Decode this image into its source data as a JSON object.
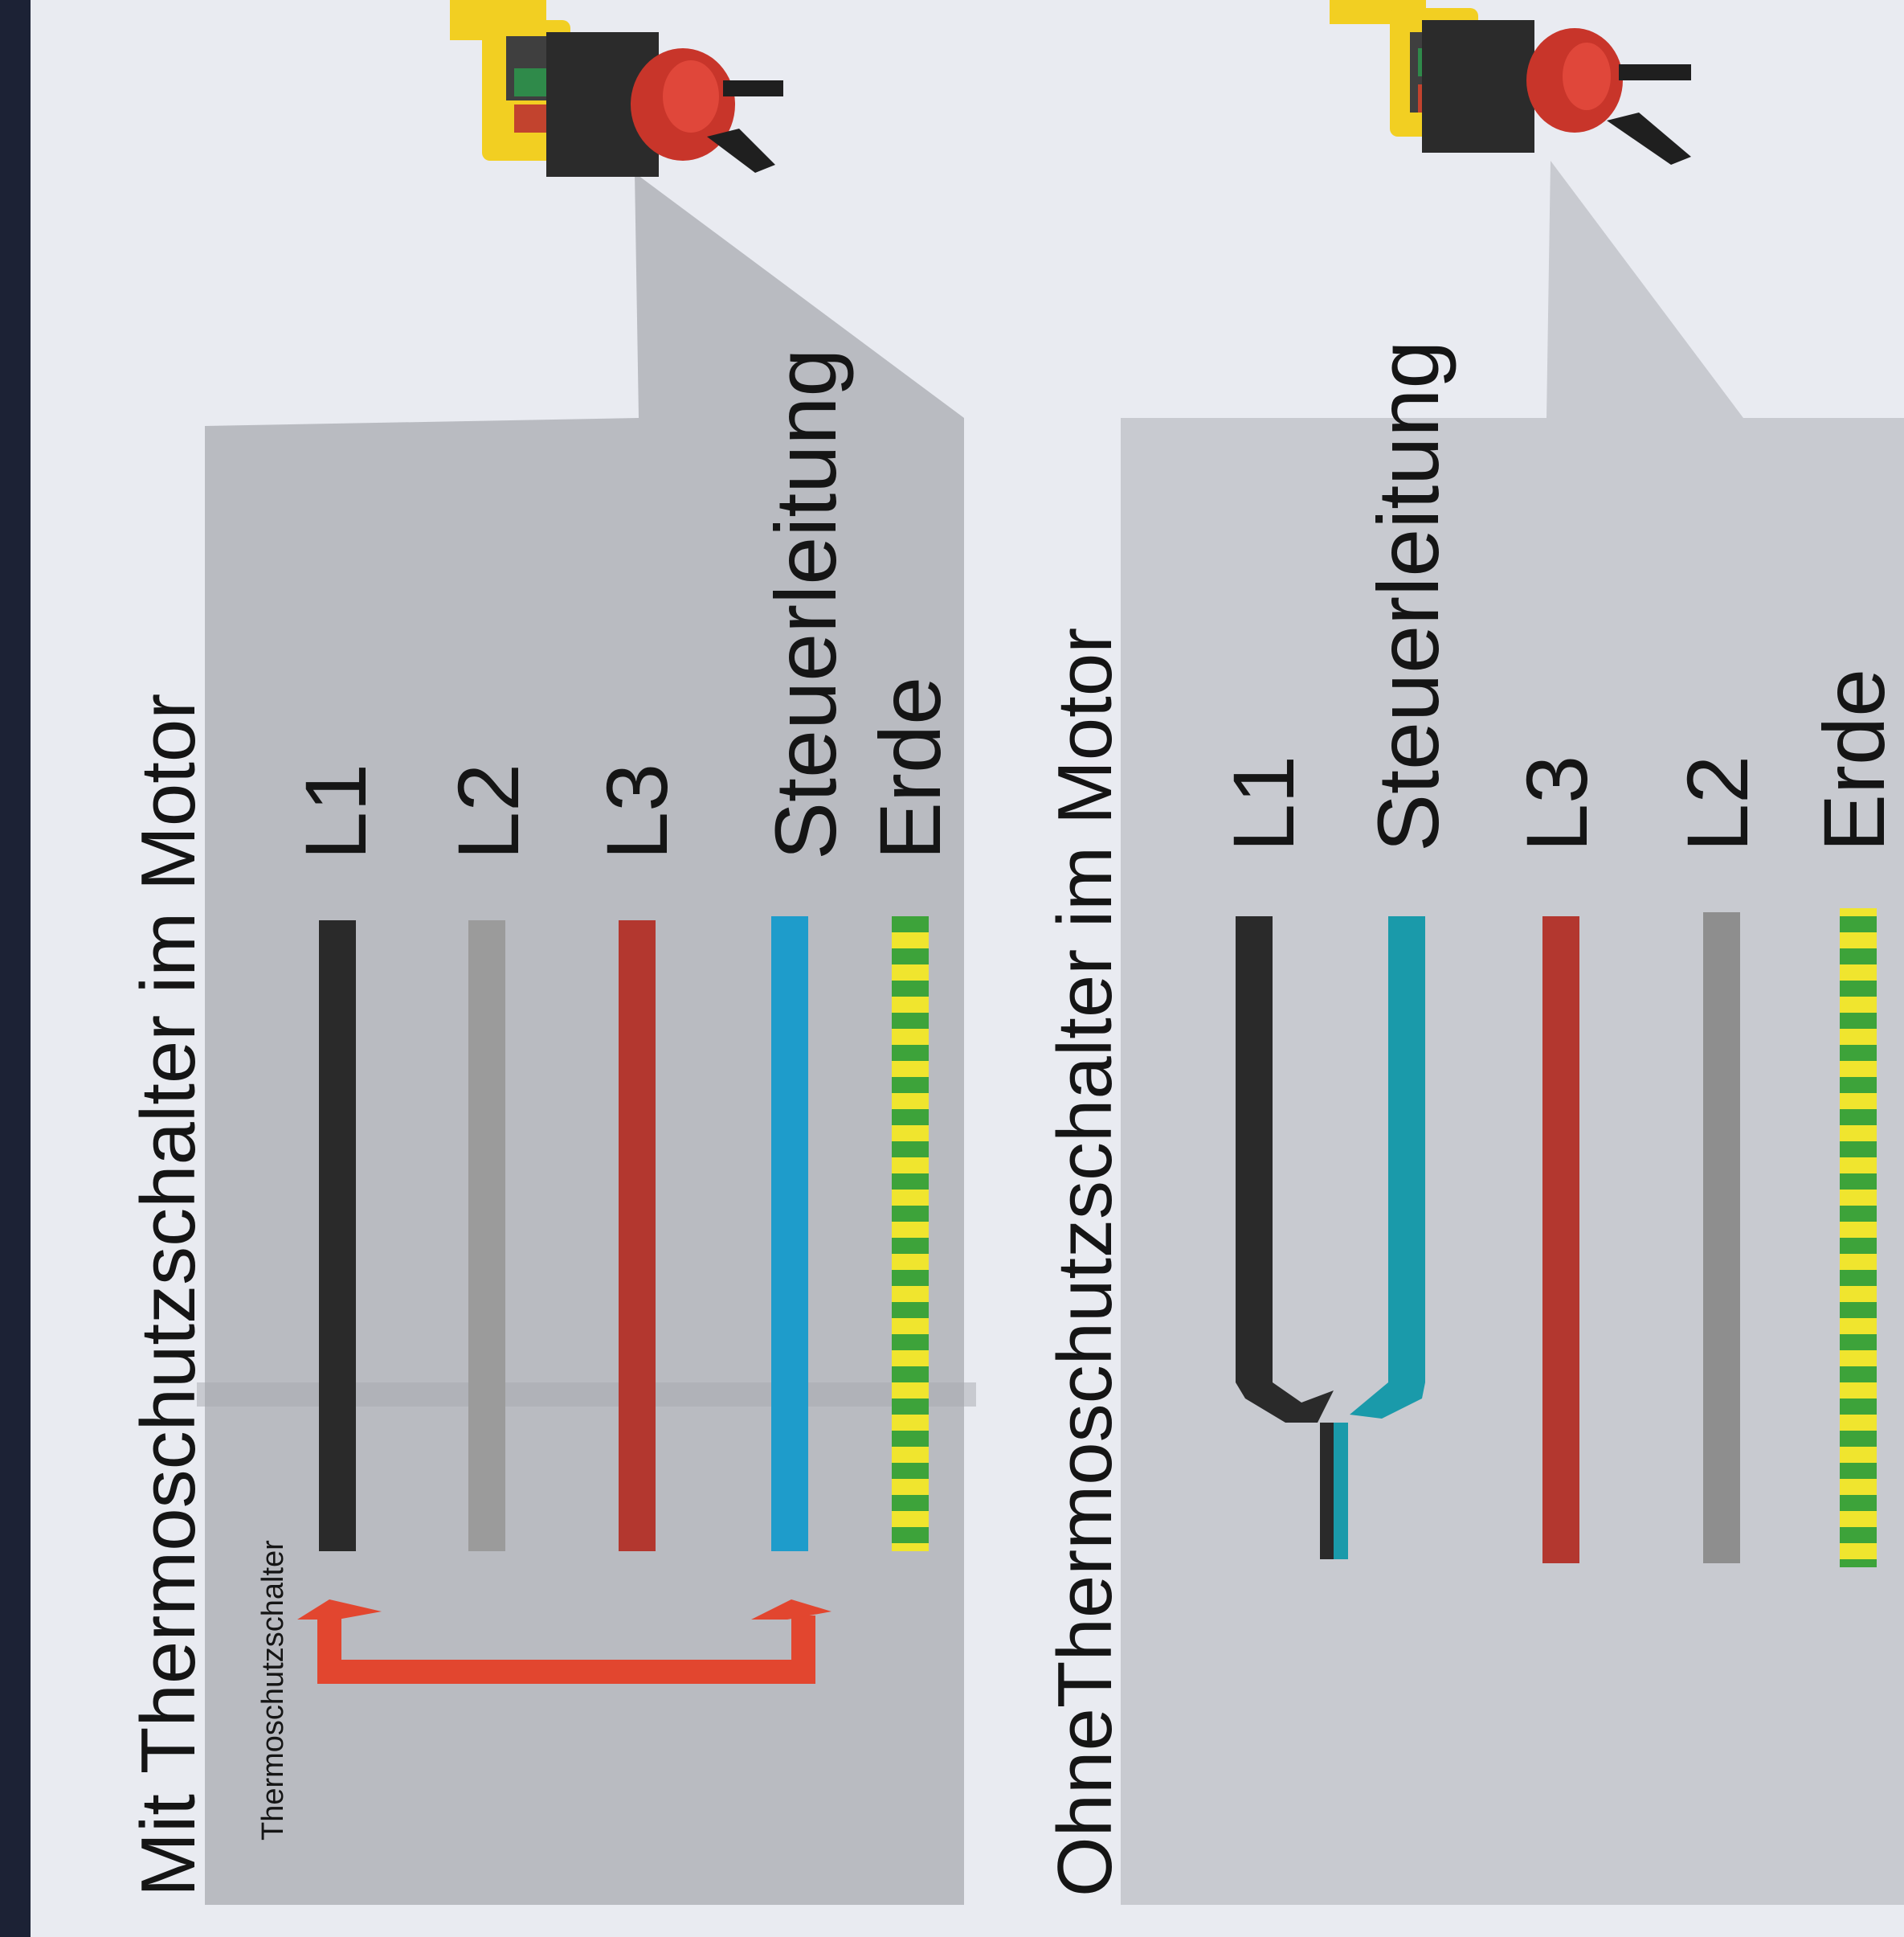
{
  "section_with": {
    "title": "Mit Thermoschutzschalter im Motor",
    "thermo_label": "Thermoschutzschalter",
    "wires": [
      {
        "label": "L1",
        "color": "#2a2a2a"
      },
      {
        "label": "L2",
        "color": "#9b9b9b"
      },
      {
        "label": "L3",
        "color": "#b3372f"
      },
      {
        "label": "Steuerleitung",
        "color": "#1e9ccb"
      },
      {
        "label": "Erde",
        "color": "yellow-green-striped"
      }
    ],
    "bridge_color": "#e2462f"
  },
  "section_without": {
    "title": "OhneThermoschutzschalter im Motor",
    "wires": [
      {
        "label": "L1",
        "color": "#2a2a2a"
      },
      {
        "label": "Steuerleitung",
        "color": "#1a9aaa"
      },
      {
        "label": "L3",
        "color": "#b3372f"
      },
      {
        "label": "L2",
        "color": "#8e8e8e"
      },
      {
        "label": "Erde",
        "color": "yellow-green-striped"
      }
    ]
  },
  "icons": [
    "motor-switch-plug-icon",
    "motor-switch-plug-icon"
  ]
}
